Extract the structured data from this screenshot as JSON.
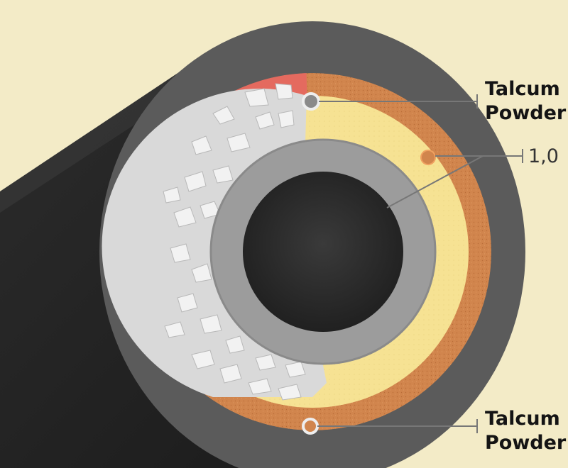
{
  "labels": {
    "top": {
      "line1": "Talcum",
      "line2": "Powder"
    },
    "middle": {
      "value": "1,0"
    },
    "bottom": {
      "line1": "Talcum",
      "line2": "Powder"
    }
  },
  "colors": {
    "background": "#f3ebc7",
    "outer_jacket": "#5b5b5b",
    "cable_body": "#262626",
    "red_layer": "#e46a5f",
    "blue_layer": "#3d8fd0",
    "orange_layer": "#d1854d",
    "yellow_filler": "#f6e293",
    "gray_inner_tube": "#9c9c9c",
    "core": "#2f2f2f",
    "powder": "#eeeeee"
  }
}
